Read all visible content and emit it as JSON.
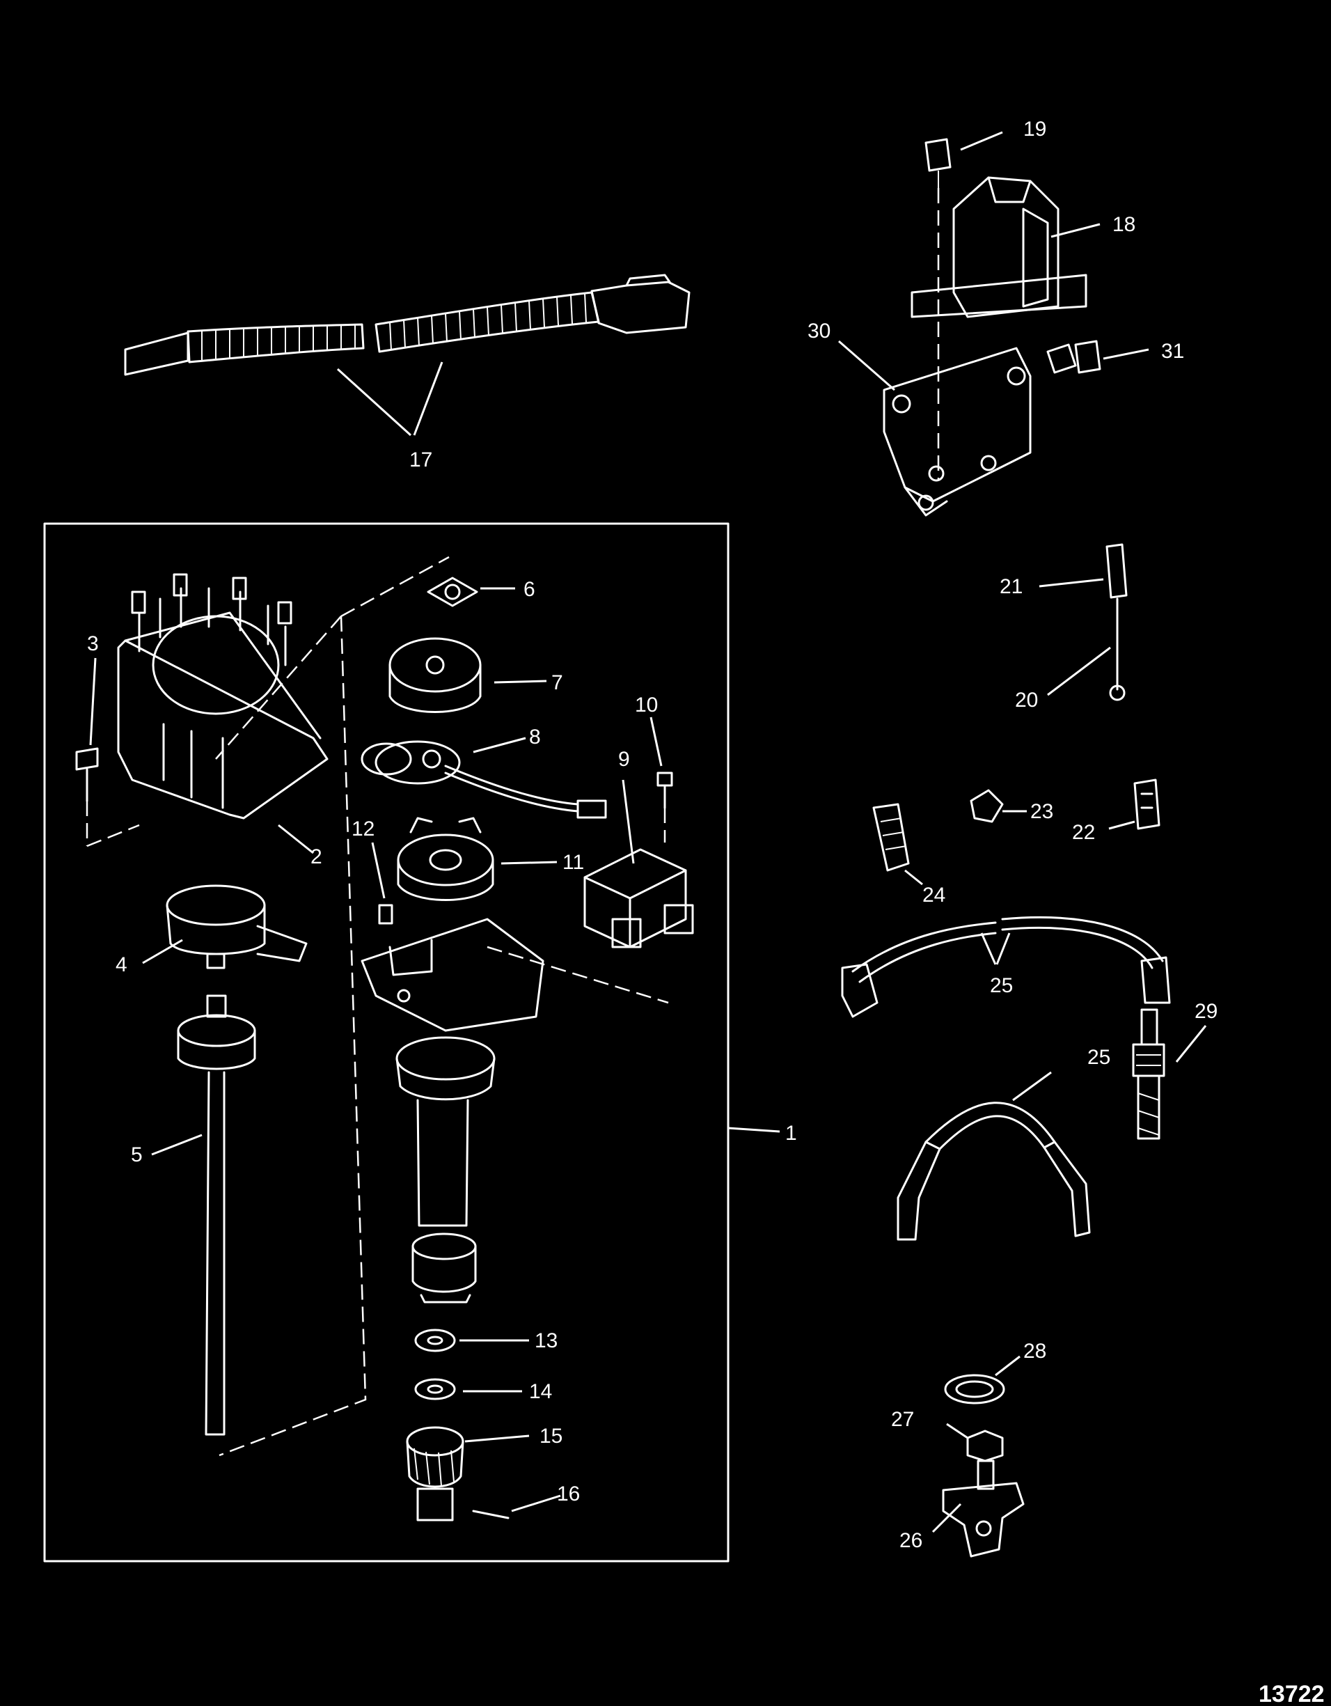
{
  "figure_id": "13722",
  "callouts": {
    "c1": "1",
    "c2": "2",
    "c3": "3",
    "c4": "4",
    "c5": "5",
    "c6": "6",
    "c7": "7",
    "c8": "8",
    "c9": "9",
    "c10": "10",
    "c11": "11",
    "c12": "12",
    "c13": "13",
    "c14": "14",
    "c15": "15",
    "c16": "16",
    "c17": "17",
    "c18": "18",
    "c19": "19",
    "c20": "20",
    "c21": "21",
    "c22": "22",
    "c23": "23",
    "c24": "24",
    "c25a": "25",
    "c25b": "25",
    "c26": "26",
    "c27": "27",
    "c28": "28",
    "c29": "29",
    "c30": "30",
    "c31": "31"
  }
}
